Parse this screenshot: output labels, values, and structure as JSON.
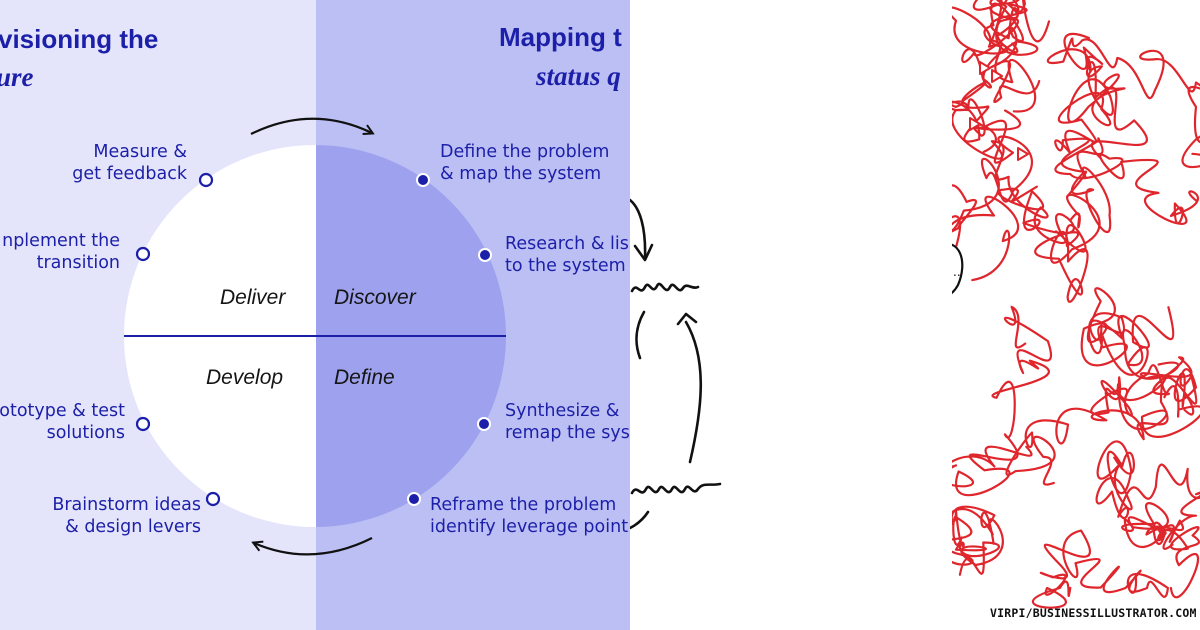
{
  "left_panel": {
    "title_left": "visioning the",
    "subtitle_left": "ure",
    "title_right": "Mapping t",
    "subtitle_right": "status q",
    "quadrants": {
      "deliver": "Deliver",
      "discover": "Discover",
      "develop": "Develop",
      "define": "Define"
    },
    "steps_left": [
      {
        "line1": "Measure &",
        "line2": "get feedback"
      },
      {
        "line1": "nplement the",
        "line2": "transition"
      },
      {
        "line1": "ototype & test",
        "line2": "solutions"
      },
      {
        "line1": "Brainstorm ideas",
        "line2": "& design levers"
      }
    ],
    "steps_right": [
      {
        "line1": "Define the problem",
        "line2": "& map the system"
      },
      {
        "line1": "Research & lis",
        "line2": "to the system"
      },
      {
        "line1": "Synthesize &",
        "line2": "remap the sys"
      },
      {
        "line1": "Reframe the problem",
        "line2": "identify leverage point"
      }
    ]
  },
  "right_panel": {
    "credit": "VIRPI/BUSINESSILLUSTRATOR.COM"
  },
  "colors": {
    "accent": "#1c1fa8",
    "panel_light": "#e4e5fb",
    "panel_mid": "#bcbff3",
    "circle_right": "#9ea2ee",
    "scribble": "#e0262d"
  }
}
